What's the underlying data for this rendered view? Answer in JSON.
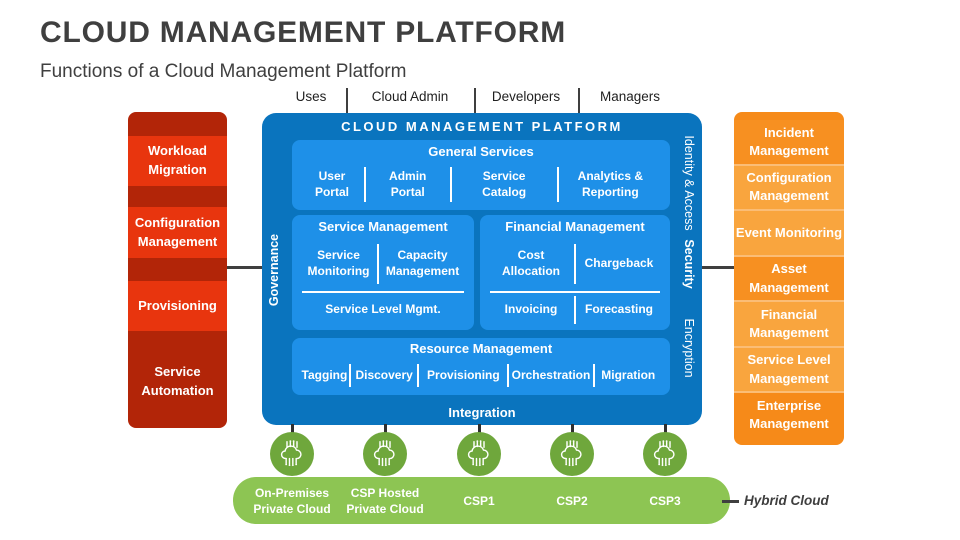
{
  "header": {
    "title": "CLOUD MANAGEMENT PLATFORM",
    "subtitle": "Functions of a Cloud Management Platform"
  },
  "users_row": {
    "labels": [
      "Uses",
      "Cloud Admin",
      "Developers",
      "Managers"
    ]
  },
  "left_sidebar": {
    "items": [
      "Workload Migration",
      "Configuration Management",
      "Provisioning",
      "Service Automation"
    ]
  },
  "platform": {
    "title": "CLOUD MANAGEMENT PLATFORM",
    "left_rail": "Governance",
    "right_rail": [
      "Identity & Access",
      "Security",
      "Encryption"
    ],
    "general_services": {
      "title": "General Services",
      "items": [
        "User Portal",
        "Admin Portal",
        "Service Catalog",
        "Analytics & Reporting"
      ]
    },
    "service_management": {
      "title": "Service Management",
      "row1": [
        "Service Monitoring",
        "Capacity Management"
      ],
      "row2": "Service Level Mgmt."
    },
    "financial_management": {
      "title": "Financial Management",
      "row1": [
        "Cost Allocation",
        "Chargeback"
      ],
      "row2": [
        "Invoicing",
        "Forecasting"
      ]
    },
    "resource_management": {
      "title": "Resource Management",
      "items": [
        "Tagging",
        "Discovery",
        "Provisioning",
        "Orchestration",
        "Migration"
      ]
    },
    "footer": "Integration"
  },
  "right_sidebar": {
    "items": [
      "Incident Management",
      "Configuration Management",
      "Event Monitoring",
      "Asset Management",
      "Financial Management",
      "Service Level Management",
      "Enterprise Management"
    ]
  },
  "bottom": {
    "clouds": [
      "On-Premises Private Cloud",
      "CSP Hosted Private Cloud",
      "CSP1",
      "CSP2",
      "CSP3"
    ],
    "hybrid_label": "Hybrid Cloud"
  },
  "colors": {
    "title_gray": "#3f3f3f",
    "platform_blue": "#0A74BE",
    "panel_blue": "#1E90E8",
    "sidebar_red_dark": "#B22508",
    "sidebar_red_bright": "#E8350E",
    "sidebar_orange_dark": "#F68A19",
    "sidebar_orange_light": "#F9A53E",
    "circle_green": "#6FA73C",
    "bar_green": "#8DC553",
    "connector_gray": "#3f3f3f"
  }
}
